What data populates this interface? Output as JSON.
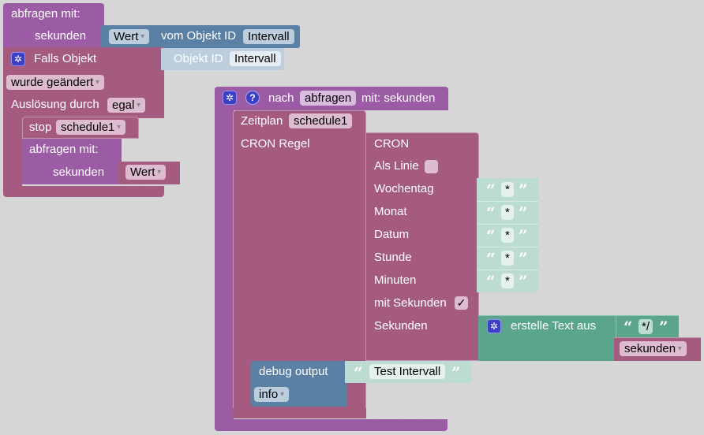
{
  "workspace": {
    "colors": {
      "procedure": "#9b5ba5",
      "schedule": "#a55b80",
      "object": "#5b80a5",
      "object_light": "#bccedd",
      "text": "#bcdcd3",
      "text_join": "#5ba58c",
      "gear": "#3c40c6"
    }
  },
  "call_block_top": {
    "label": "abfragen  mit:",
    "param_label": "sekunden",
    "value_block": {
      "dropdown": "Wert",
      "label": "vom Objekt ID",
      "object_id": "Intervall"
    }
  },
  "trigger_block": {
    "gear_icon": "gear-icon",
    "label": "Falls Objekt",
    "object_input": {
      "label": "Objekt ID",
      "object_id": "Intervall"
    },
    "condition_dropdown": "wurde geändert",
    "trigger_label": "Auslösung durch",
    "trigger_dropdown": "egal",
    "statements": {
      "stop": {
        "label": "stop",
        "dropdown": "schedule1"
      },
      "call": {
        "label": "abfragen  mit:",
        "param_label": "sekunden",
        "value_dropdown": "Wert"
      }
    }
  },
  "procedure_block": {
    "gear_icon": "gear-icon",
    "help_icon": "help-icon",
    "label_prefix": "nach",
    "name": "abfragen",
    "label_suffix": "mit: sekunden",
    "schedule": {
      "label": "Zeitplan",
      "name": "schedule1",
      "cron_label": "CRON Regel"
    },
    "cron": {
      "title": "CRON",
      "as_line_label": "Als Linie",
      "as_line_checked": false,
      "rows": [
        {
          "label": "Wochentag",
          "value": "*"
        },
        {
          "label": "Monat",
          "value": "*"
        },
        {
          "label": "Datum",
          "value": "*"
        },
        {
          "label": "Stunde",
          "value": "*"
        },
        {
          "label": "Minuten",
          "value": "*"
        }
      ],
      "with_seconds_label": "mit Sekunden",
      "with_seconds_checked": true,
      "with_seconds_mark": "✓",
      "seconds_label": "Sekunden",
      "seconds_join": {
        "label": "erstelle Text aus",
        "text_value": "*/",
        "variable_dropdown": "sekunden"
      }
    },
    "debug": {
      "label": "debug output",
      "text_value": "Test Intervall",
      "level_dropdown": "info"
    }
  },
  "glyphs": {
    "gear": "✲",
    "help": "?",
    "open_quote": "“",
    "close_quote": "”"
  }
}
